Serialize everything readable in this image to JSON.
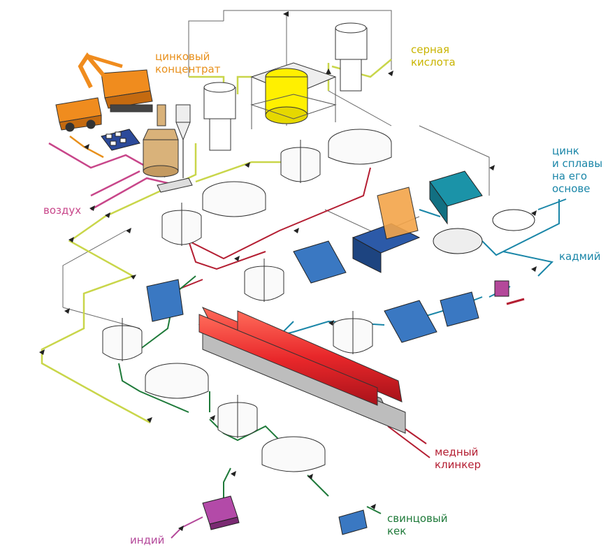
{
  "labels": {
    "zinc_concentrate": "цинковый\nконцентрат",
    "sulfuric_acid": "серная\nкислота",
    "zinc_alloys": "цинк\nи сплавы\nна его\nоснове",
    "cadmium": "кадмий",
    "air": "воздух",
    "copper_clinker": "медный\nклинкер",
    "lead_cake": "свинцовый\nкек",
    "indium": "индий"
  },
  "colors": {
    "zinc_concentrate": "#e8901c",
    "sulfuric_acid": "#c9b400",
    "zinc_alloys": "#1a86a8",
    "cadmium": "#1a86a8",
    "air": "#c8468a",
    "copper_clinker": "#b41e32",
    "lead_cake": "#1f7a3a",
    "indium": "#b4489a",
    "acid_line": "#c9d64a",
    "kiln": "#e8272a",
    "pipe_gray": "#555555",
    "vessel": "#f4f4f4",
    "equipment_blue": "#3a78c2",
    "orange_equipment": "#f08c1e",
    "yellow_tank": "#fff000",
    "tan_tower": "#d9b27a",
    "teal_machine": "#1b93a8",
    "purple_unit": "#b34aa8"
  },
  "icons": [
    "excavator-icon",
    "truck-icon",
    "roaster-tower-icon",
    "cyclone-icon",
    "acid-plant-icon",
    "leach-tank-icon",
    "thickener-icon",
    "filter-press-icon",
    "electrolysis-cell-icon",
    "casting-machine-icon",
    "rotary-kiln-icon",
    "indium-unit-icon"
  ]
}
